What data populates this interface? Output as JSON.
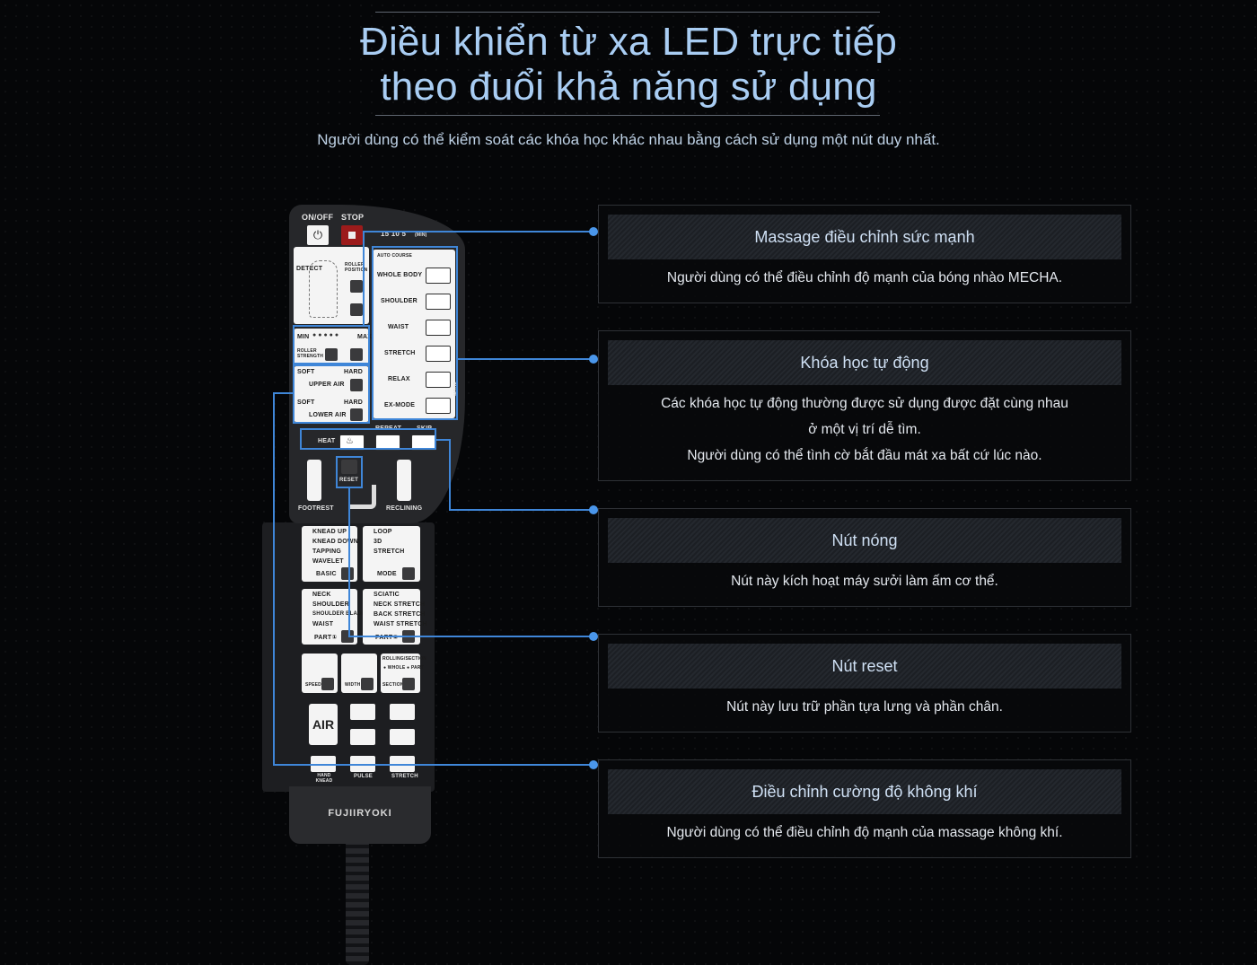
{
  "header": {
    "title_line1": "Điều khiển từ xa LED trực tiếp",
    "title_line2": "theo đuổi khả năng sử dụng",
    "subtitle": "Người dùng có thể kiểm soát các khóa học khác nhau bằng cách sử dụng một nút duy nhất."
  },
  "remote": {
    "on_off": "ON/OFF",
    "stop": "STOP",
    "timer": "15 10 5",
    "timer_unit": "(MIN)",
    "detect": "DETECT",
    "roller_position": "ROLLER POSITION",
    "min": "MIN",
    "max": "MAX",
    "roller_strength": "ROLLER STRENGTH",
    "soft": "SOFT",
    "hard": "HARD",
    "upper_air": "UPPER AIR",
    "lower_air": "LOWER AIR",
    "auto_course": "AUTO COURSE",
    "whole_body": "WHOLE BODY",
    "shoulder": "SHOULDER",
    "waist": "WAIST",
    "stretch": "STRETCH",
    "relax": "RELAX",
    "ex_mode": "EX-MODE",
    "mode_tag": "MODE",
    "heat": "HEAT",
    "repeat": "REPEAT",
    "skip": "SKIP",
    "reset": "RESET",
    "footrest": "FOOTREST",
    "reclining": "RECLINING",
    "knead_up": "KNEAD UP",
    "knead_down": "KNEAD DOWN",
    "tapping": "TAPPING",
    "wavelet": "WAVELET",
    "basic": "BASIC",
    "loop": "LOOP",
    "three_d": "3D",
    "stretch2": "STRETCH",
    "mode": "MODE",
    "neck": "NECK",
    "shoulder2": "SHOULDER",
    "shoulder_blade": "SHOULDER BLADE",
    "waist2": "WAIST",
    "part1": "PART①",
    "sciatic": "SCIATIC",
    "neck_stretch": "NECK STRETCH",
    "back_stretch": "BACK STRETCH",
    "waist_stretch": "WAIST STRETCH",
    "part2": "PART②",
    "speed": "SPEED",
    "width": "WIDTH",
    "rolling_section": "ROLLING/SECTION",
    "whole_part": "● WHOLE ● PART",
    "section": "SECTION",
    "air": "AIR",
    "hand_knead": "HAND KNEAD",
    "pulse": "PULSE",
    "stretch3": "STRETCH",
    "brand": "FUJIIRYOKI"
  },
  "cards": [
    {
      "title": "Massage điều chỉnh sức mạnh",
      "lines": [
        "Người dùng có thể điều chỉnh độ mạnh của bóng nhào MECHA."
      ]
    },
    {
      "title": "Khóa học tự động",
      "lines": [
        "Các khóa học tự động thường được sử dụng được đặt cùng nhau",
        "ở một vị trí dễ tìm.",
        "Người dùng có thể tình cờ bắt đầu mát xa bất cứ lúc nào."
      ]
    },
    {
      "title": "Nút nóng",
      "lines": [
        "Nút này kích hoạt máy sưởi làm ấm cơ thể."
      ]
    },
    {
      "title": "Nút reset",
      "lines": [
        "Nút này lưu trữ phần tựa lưng và phần chân."
      ]
    },
    {
      "title": "Điều chỉnh cường độ không khí",
      "lines": [
        "Người dùng có thể điều chỉnh độ mạnh của massage không khí."
      ]
    }
  ],
  "colors": {
    "accent": "#3f86d8",
    "title": "#a9cdf3",
    "background": "#050608"
  }
}
